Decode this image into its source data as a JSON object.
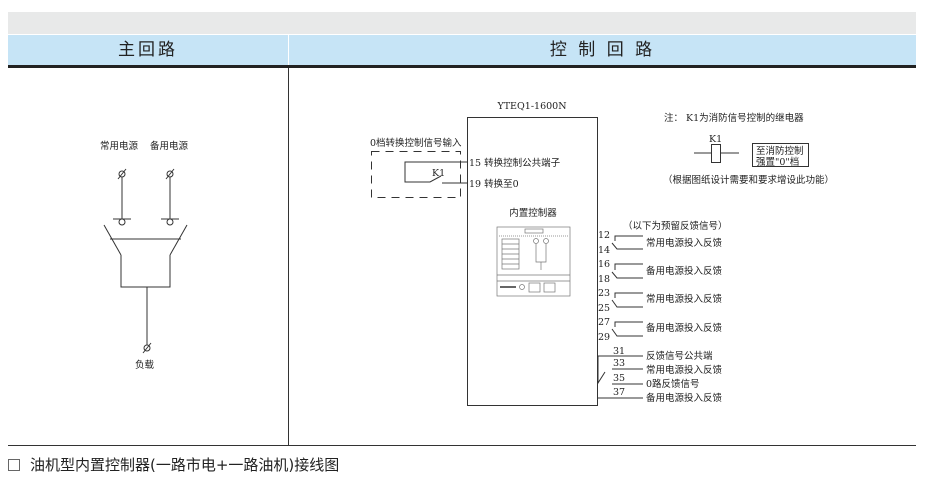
{
  "header": {
    "main_circuit": "主回路",
    "control_circuit": "控 制 回 路"
  },
  "main": {
    "source_normal": "常用电源",
    "source_backup": "备用电源",
    "load": "负载"
  },
  "control": {
    "model": "YTEQ1-1600N",
    "input_label": "0档转换控制信号输入",
    "k1": "K1",
    "t15": "15 转换控制公共端子",
    "t19": "19 转换至0",
    "builtin": "内置控制器",
    "reserved": "（以下为预留反馈信号）",
    "groups": [
      {
        "a": "12",
        "b": "14",
        "label": "常用电源投入反馈"
      },
      {
        "a": "16",
        "b": "18",
        "label": "备用电源投入反馈"
      },
      {
        "a": "23",
        "b": "25",
        "label": "常用电源投入反馈"
      },
      {
        "a": "27",
        "b": "29",
        "label": "备用电源投入反馈"
      }
    ],
    "lower": [
      {
        "n": "31",
        "label": "反馈信号公共端"
      },
      {
        "n": "33",
        "label": "常用电源投入反馈"
      },
      {
        "n": "35",
        "label": "0路反馈信号"
      },
      {
        "n": "37",
        "label": "备用电源投入反馈"
      }
    ],
    "note": "注： K1为消防信号控制的继电器",
    "coil_label": "K1",
    "fire_line1": "至消防控制",
    "fire_line2": "强置\"0\"档",
    "note2": "（根据图纸设计需要和要求增设此功能）"
  },
  "caption": "油机型内置控制器(一路市电+一路油机)接线图"
}
